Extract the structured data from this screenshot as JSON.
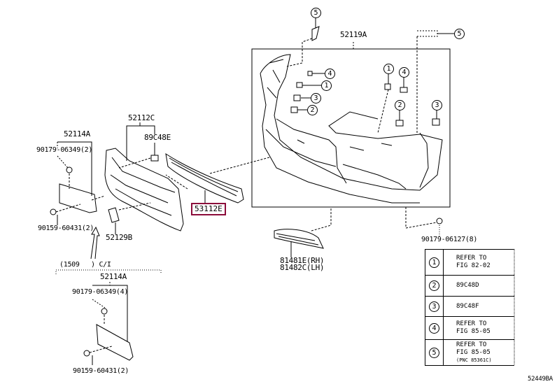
{
  "diagram_id": "52449BA",
  "parts": {
    "bumper_cover": "52119A",
    "grille_assy": "52112C",
    "grille_clip": "89C48E",
    "bracket_top": "52114A",
    "bracket_top_bolt": "90179-06349(2)",
    "bracket_top_screw": "90159-60431(2)",
    "cap": "52129B",
    "selected_part": "53112E",
    "fog_cover_rh": "81481E(RH)",
    "fog_cover_lh": "81482C(LH)",
    "bumper_nut": "90179-06127(8)",
    "variant_left": "(1509",
    "variant_right": ") C/I",
    "bracket_bottom": "52114A",
    "bracket_bottom_bolt": "90179-06349(4)",
    "bracket_bottom_screw": "90159-60431(2)"
  },
  "callouts": [
    "1",
    "2",
    "3",
    "4",
    "5"
  ],
  "legend": [
    {
      "num": "1",
      "lines": [
        "REFER TO",
        "FIG 82-02"
      ]
    },
    {
      "num": "2",
      "lines": [
        "89C48D"
      ]
    },
    {
      "num": "3",
      "lines": [
        "89C48F"
      ]
    },
    {
      "num": "4",
      "lines": [
        "REFER TO",
        "FIG 85-05"
      ]
    },
    {
      "num": "5",
      "lines": [
        "REFER TO",
        "FIG 85-05",
        "(PNC 85361C)"
      ]
    }
  ],
  "colors": {
    "highlight": "#8b0b3a"
  }
}
